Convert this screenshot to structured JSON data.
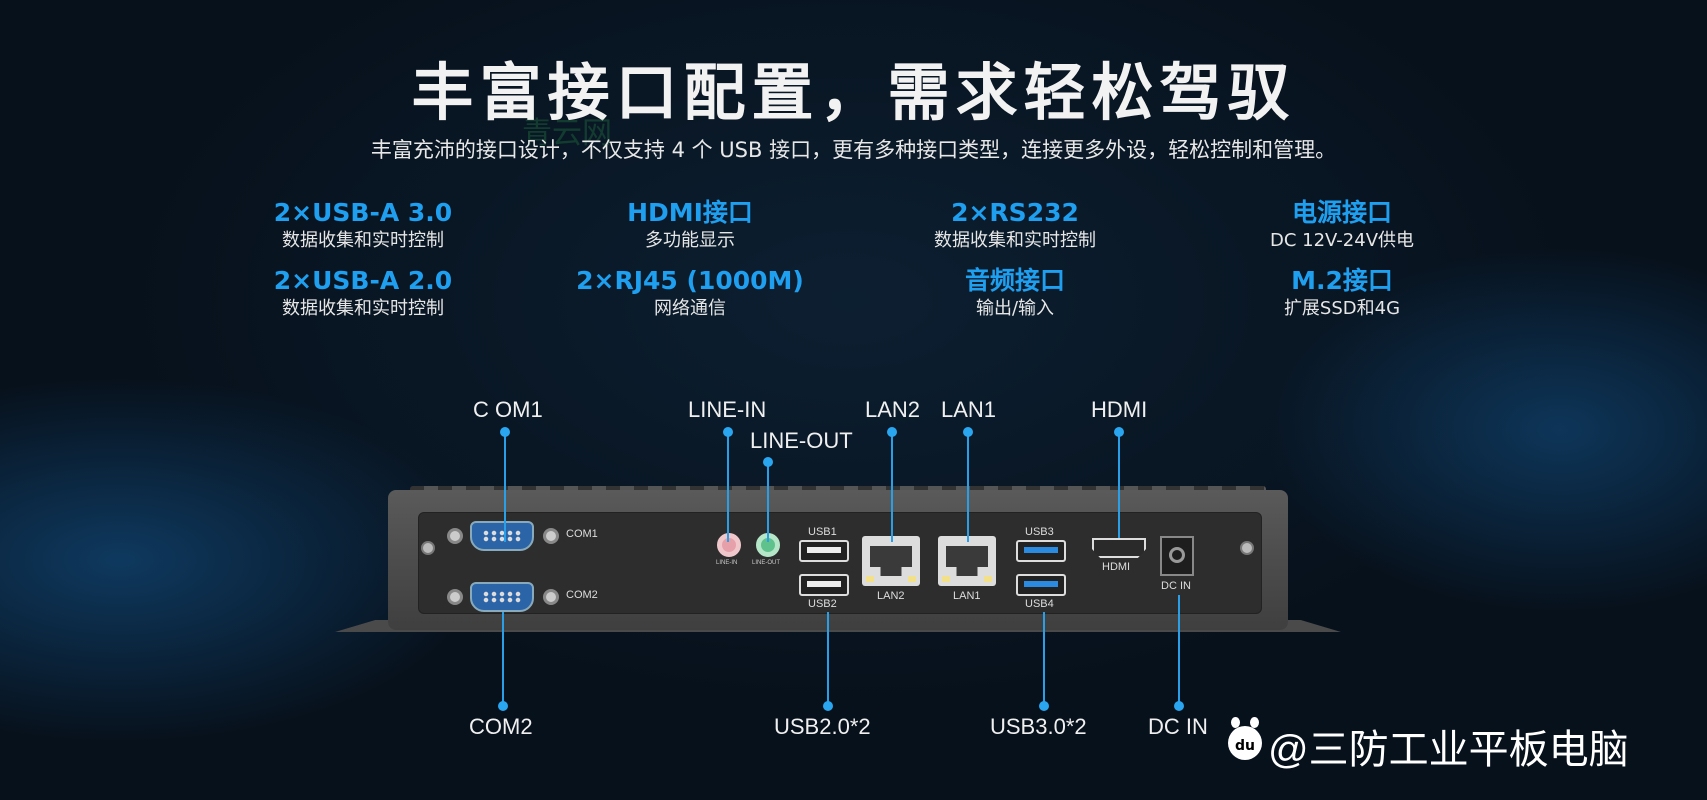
{
  "headline": "丰富接口配置，需求轻松驾驭",
  "subline": "丰富充沛的接口设计，不仅支持 4 个 USB 接口，更有多种接口类型，连接更多外设，轻松控制和管理。",
  "faint_watermark": "青云网",
  "features": [
    {
      "title": "2×USB-A 3.0",
      "desc": "数据收集和实时控制"
    },
    {
      "title": "HDMI接口",
      "desc": "多功能显示"
    },
    {
      "title": "2×RS232",
      "desc": "数据收集和实时控制"
    },
    {
      "title": "电源接口",
      "desc": "DC 12V-24V供电"
    },
    {
      "title": "2×USB-A 2.0",
      "desc": "数据收集和实时控制"
    },
    {
      "title": "2×RJ45 (1000M)",
      "desc": "网络通信"
    },
    {
      "title": "音频接口",
      "desc": "输出/输入"
    },
    {
      "title": "M.2接口",
      "desc": "扩展SSD和4G"
    }
  ],
  "callouts": {
    "com1": "C OM1",
    "line_in": "LINE-IN",
    "line_out": "LINE-OUT",
    "lan2": "LAN2",
    "lan1": "LAN1",
    "hdmi": "HDMI",
    "com2": "COM2",
    "usb20": "USB2.0*2",
    "usb30": "USB3.0*2",
    "dc_in": "DC IN"
  },
  "panel_labels": {
    "com1": "COM1",
    "com2": "COM2",
    "line_in": "LINE-IN",
    "line_out": "LINE-OUT",
    "usb1": "USB1",
    "usb2": "USB2",
    "lan2": "LAN2",
    "lan1": "LAN1",
    "usb3": "USB3",
    "usb4": "USB4",
    "hdmi": "HDMI",
    "dc_in": "DC IN"
  },
  "watermark": {
    "logo_text": "du",
    "text": "@三防工业平板电脑"
  },
  "colors": {
    "accent": "#1f9ff0",
    "callout_line": "#2a9ee6"
  }
}
